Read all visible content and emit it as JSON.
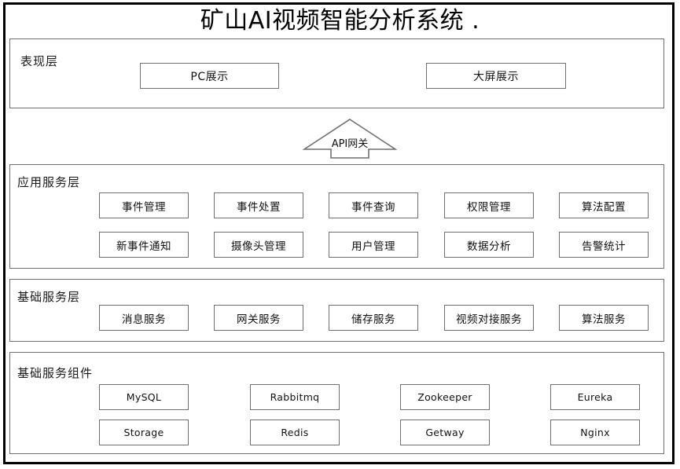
{
  "title": {
    "text": "矿山AI视频智能分析系统",
    "trailing_mark": "."
  },
  "gateway": {
    "label": "API网关",
    "shape": "up-arrow"
  },
  "colors": {
    "frame": "#000000",
    "box_border": "#6f6f6f",
    "background": "#ffffff",
    "text": "#111111"
  },
  "layers": [
    {
      "id": "presentation",
      "label": "表现层",
      "rows": [
        {
          "nodes": [
            "PC展示",
            "大屏展示"
          ]
        }
      ]
    },
    {
      "id": "application-service",
      "label": "应用服务层",
      "rows": [
        {
          "nodes": [
            "事件管理",
            "事件处置",
            "事件查询",
            "权限管理",
            "算法配置"
          ]
        },
        {
          "nodes": [
            "新事件通知",
            "摄像头管理",
            "用户管理",
            "数据分析",
            "告警统计"
          ]
        }
      ]
    },
    {
      "id": "basic-service",
      "label": "基础服务层",
      "rows": [
        {
          "nodes": [
            "消息服务",
            "网关服务",
            "储存服务",
            "视频对接服务",
            "算法服务"
          ]
        }
      ]
    },
    {
      "id": "basic-components",
      "label": "基础服务组件",
      "rows": [
        {
          "nodes": [
            "MySQL",
            "Rabbitmq",
            "Zookeeper",
            "Eureka"
          ]
        },
        {
          "nodes": [
            "Storage",
            "Redis",
            "Getway",
            "Nginx"
          ]
        }
      ]
    }
  ]
}
